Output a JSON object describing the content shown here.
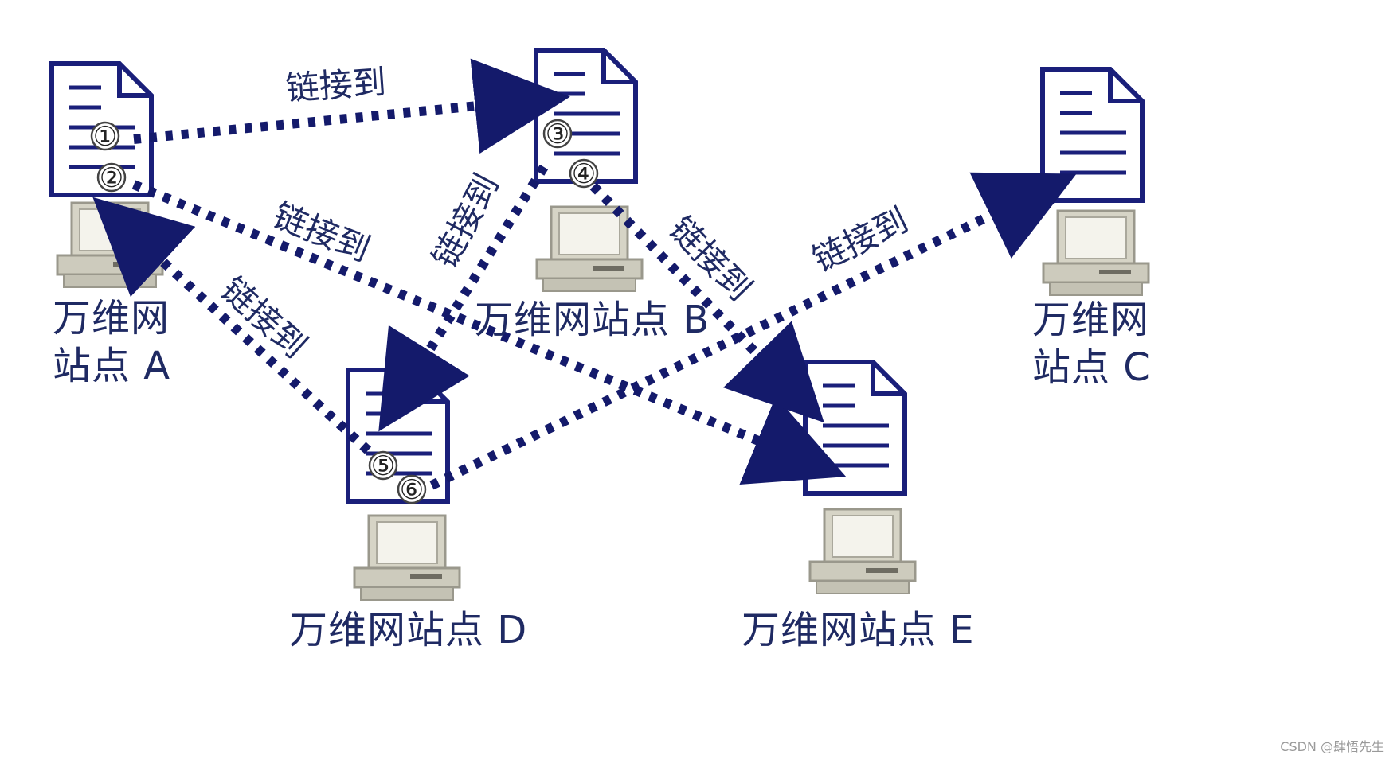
{
  "sites": [
    {
      "id": "A",
      "label_line1": "万维网",
      "label_line2": "站点 A"
    },
    {
      "id": "B",
      "label": "万维网站点 B"
    },
    {
      "id": "C",
      "label_line1": "万维网",
      "label_line2": "站点 C"
    },
    {
      "id": "D",
      "label": "万维网站点 D"
    },
    {
      "id": "E",
      "label": "万维网站点 E"
    }
  ],
  "link_label": "链接到",
  "anchors": [
    "①",
    "②",
    "③",
    "④",
    "⑤",
    "⑥"
  ],
  "links": [
    {
      "from_anchor": "①",
      "from_site": "A",
      "to_site": "B"
    },
    {
      "from_anchor": "②",
      "from_site": "A",
      "to_site": "E"
    },
    {
      "from_anchor": "⑤",
      "from_site": "D",
      "to_site": "A"
    },
    {
      "from_anchor": "③",
      "from_site": "B",
      "to_site": "D"
    },
    {
      "from_anchor": "④",
      "from_site": "B",
      "to_site": "E"
    },
    {
      "from_anchor": "⑥",
      "from_site": "D",
      "to_site": "C"
    }
  ],
  "colors": {
    "document_stroke": "#1a1f7a",
    "link": "#141a6b",
    "computer": "#d6d4c6",
    "label": "#1f2a63"
  },
  "watermark": "CSDN @肆悟先生"
}
